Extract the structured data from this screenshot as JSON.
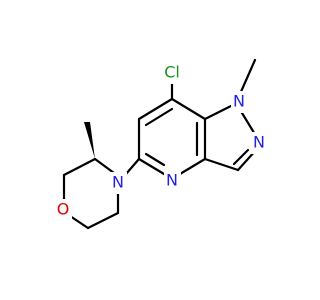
{
  "diagram": {
    "type": "chemical-structure",
    "atom_labels": {
      "chlorine": "Cl",
      "n1": "N",
      "n2": "N",
      "pyridine_n": "N",
      "morpholine_n": "N",
      "morpholine_o": "O"
    },
    "colors": {
      "carbon_bond": "#000000",
      "nitrogen": "#2323d6",
      "oxygen": "#e00000",
      "chlorine": "#1f8f1f"
    }
  }
}
